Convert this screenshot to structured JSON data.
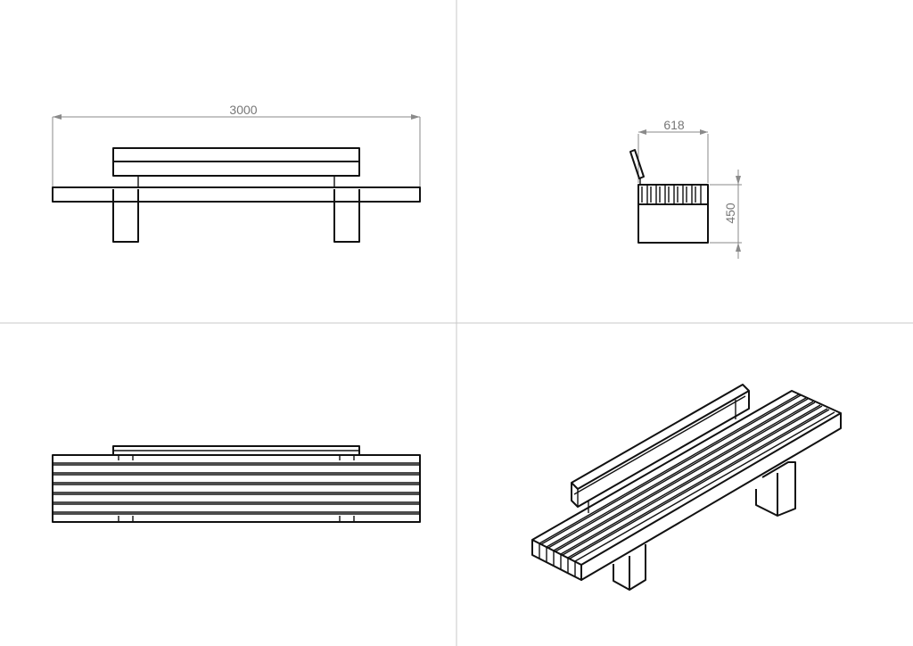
{
  "dimensions": {
    "length": "3000",
    "depth": "618",
    "height": "450"
  },
  "colors": {
    "line": "#111111",
    "dimension": "#8a8a8a",
    "separator": "#c8c8c8"
  }
}
